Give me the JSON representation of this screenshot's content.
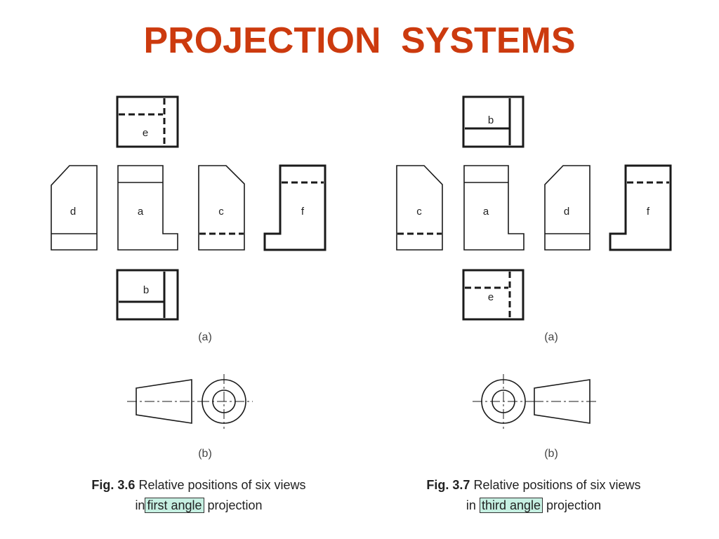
{
  "title": "PROJECTION  SYSTEMS",
  "colors": {
    "title": "#cc3a0e",
    "highlight": "#c6f0e2"
  },
  "first_angle": {
    "views": {
      "top": "e",
      "left": "d",
      "center": "a",
      "right": "c",
      "far_right": "f",
      "bottom": "b"
    },
    "sublabel_a": "(a)",
    "sublabel_b": "(b)",
    "caption": {
      "fig": "Fig. 3.6",
      "line1": "Relative positions of six views",
      "pre": "in",
      "highlight": "first angle",
      "post": "projection"
    }
  },
  "third_angle": {
    "views": {
      "top": "b",
      "left": "c",
      "center": "a",
      "right": "d",
      "far_right": "f",
      "bottom": "e"
    },
    "sublabel_a": "(a)",
    "sublabel_b": "(b)",
    "caption": {
      "fig": "Fig. 3.7",
      "line1": "Relative positions of six views",
      "pre": "in",
      "highlight": "third angle",
      "post": "projection"
    }
  }
}
